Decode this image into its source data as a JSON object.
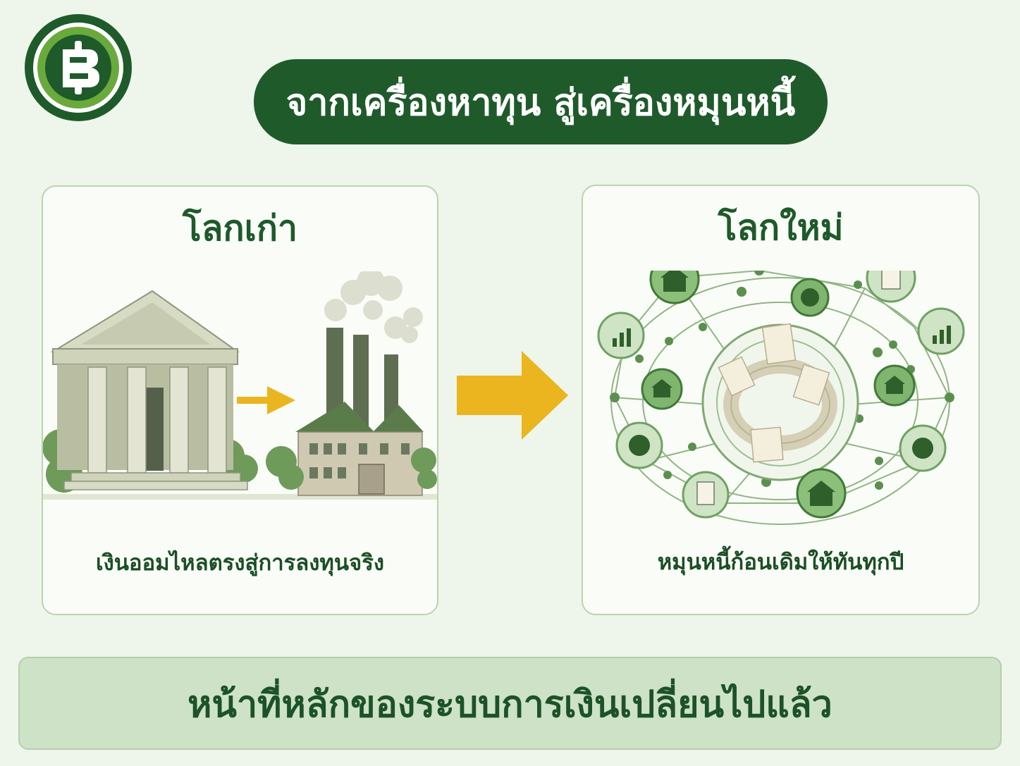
{
  "header": {
    "title": "จากเครื่องหาทุน สู่เครื่องหมุนหนี้",
    "logo_icon": "baht-icon"
  },
  "old_world": {
    "title": "โลกเก่า",
    "caption": "เงินออมไหลตรงสู่การลงทุนจริง"
  },
  "new_world": {
    "title": "โลกใหม่",
    "caption": "หมุนหนี้ก้อนเดิมให้ทันทุกปี"
  },
  "footer": {
    "banner": "หน้าที่หลักของระบบการเงินเปลี่ยนไปแล้ว"
  },
  "colors": {
    "primary_green": "#1f5a2b",
    "accent_yellow": "#eab51f",
    "background": "#eef5ea"
  }
}
